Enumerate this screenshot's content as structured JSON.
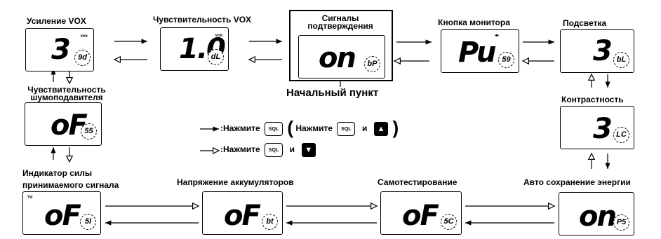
{
  "labels": {
    "vox_gain": "Усиление VOX",
    "vox_sens": "Чувствительность VOX",
    "beep_1": "Сигналы",
    "beep_2": "подтверждения",
    "monitor": "Кнопка монитора",
    "backlight": "Подсветка",
    "squelch_1": "Чувствительность",
    "squelch_2": "шумоподавителя",
    "start": "Начальный пункт",
    "contrast": "Контрастность",
    "rssi_1": "Индикатор силы",
    "rssi_2": "принимаемого сигнала",
    "battery": "Напряжение аккумуляторов",
    "selftest": "Самотестирование",
    "autosave": "Авто сохранение энергии"
  },
  "screens": {
    "vox_gain": {
      "value": "3",
      "code": "9d",
      "indicator": "vox"
    },
    "vox_sens": {
      "value": "1.0",
      "code": "dL",
      "indicator": "vox"
    },
    "beep": {
      "value": "on",
      "code": "bP"
    },
    "monitor": {
      "value": "Pu",
      "code": "59",
      "indicator": "◂▸"
    },
    "backlight": {
      "value": "3",
      "code": "bL"
    },
    "squelch": {
      "value": "oF",
      "code": "55"
    },
    "contrast": {
      "value": "3",
      "code": "LC"
    },
    "rssi": {
      "value": "oF",
      "code": "5I",
      "indicator": "Yıl"
    },
    "battery": {
      "value": "oF",
      "code": "bt"
    },
    "selftest": {
      "value": "oF",
      "code": "5C"
    },
    "autosave": {
      "value": "on",
      "code": "P5"
    }
  },
  "legend": {
    "press": ":Нажмите",
    "and": "и",
    "open_paren": "(",
    "press_inner": "Нажмите",
    "close_paren": ")",
    "sql_label": "SQL",
    "up_icon": "▲",
    "down_icon": "▼"
  }
}
